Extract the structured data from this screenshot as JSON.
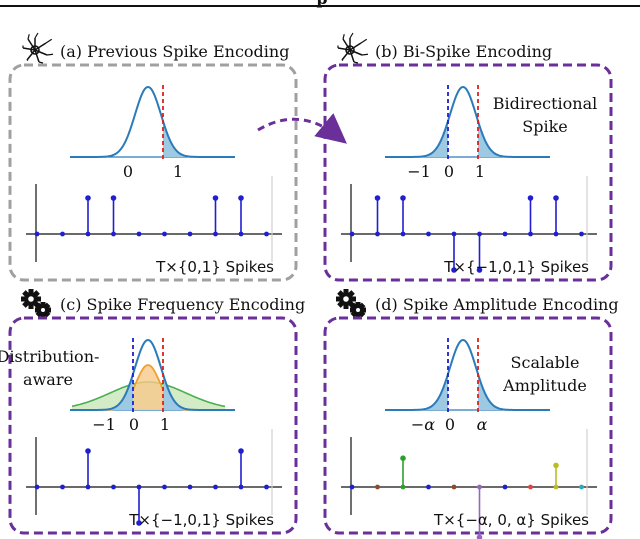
{
  "header": {
    "partial_text": "p"
  },
  "panels": [
    {
      "id": "a",
      "title": "(a) Previous Spike Encoding",
      "icon": "neuron-icon",
      "border": "#a0a0a0",
      "tick_labels": [
        "0",
        "1"
      ],
      "spikes_label": "T×{0,1} Spikes",
      "annotation": [],
      "stem_color": "#1f1fd0"
    },
    {
      "id": "b",
      "title": "(b) Bi-Spike Encoding",
      "icon": "neuron-icon",
      "border": "#6a2f99",
      "tick_labels": [
        "−1",
        "0",
        "1"
      ],
      "spikes_label": "T×{−1,0,1} Spikes",
      "annotation": [
        "Bidirectional",
        "Spike"
      ],
      "stem_color": "#1f1fd0"
    },
    {
      "id": "c",
      "title": "(c) Spike Frequency Encoding",
      "icon": "gears-icon",
      "border": "#6a2f99",
      "tick_labels": [
        "−1",
        "0",
        "1"
      ],
      "spikes_label": "T×{−1,0,1} Spikes",
      "annotation": [
        "Distribution-",
        "aware"
      ],
      "stem_color": "#1f1fd0"
    },
    {
      "id": "d",
      "title": "(d) Spike Amplitude Encoding",
      "icon": "gears-icon",
      "border": "#6a2f99",
      "tick_labels": [
        "−α",
        "0",
        "α"
      ],
      "spikes_label": "T×{−α, 0, α} Spikes",
      "annotation": [
        "Scalable",
        "Amplitude"
      ],
      "stem_color": "#1f1fd0"
    }
  ],
  "spike_trains": {
    "a": [
      0,
      0,
      1,
      1,
      0,
      0,
      0,
      1,
      1,
      0
    ],
    "b": [
      0,
      1,
      1,
      0,
      -1,
      -1,
      0,
      1,
      1,
      0
    ],
    "c": [
      0,
      0,
      1,
      0,
      -1,
      0,
      0,
      0,
      1,
      0
    ],
    "d": [
      0,
      0,
      0.8,
      0,
      0,
      -1.4,
      0,
      0,
      0.6,
      0
    ]
  },
  "amplitude_colors": [
    "#2ca02c",
    "#9467bd",
    "#bcbd22"
  ],
  "colors": {
    "curve": "#2b7bba",
    "fill": "#9ec9e2",
    "blue_threshold": "#1f1fd0",
    "red_threshold": "#e0201c",
    "orange": "#f0a030",
    "green": "#4caf50",
    "arrow": "#6a2f99"
  }
}
